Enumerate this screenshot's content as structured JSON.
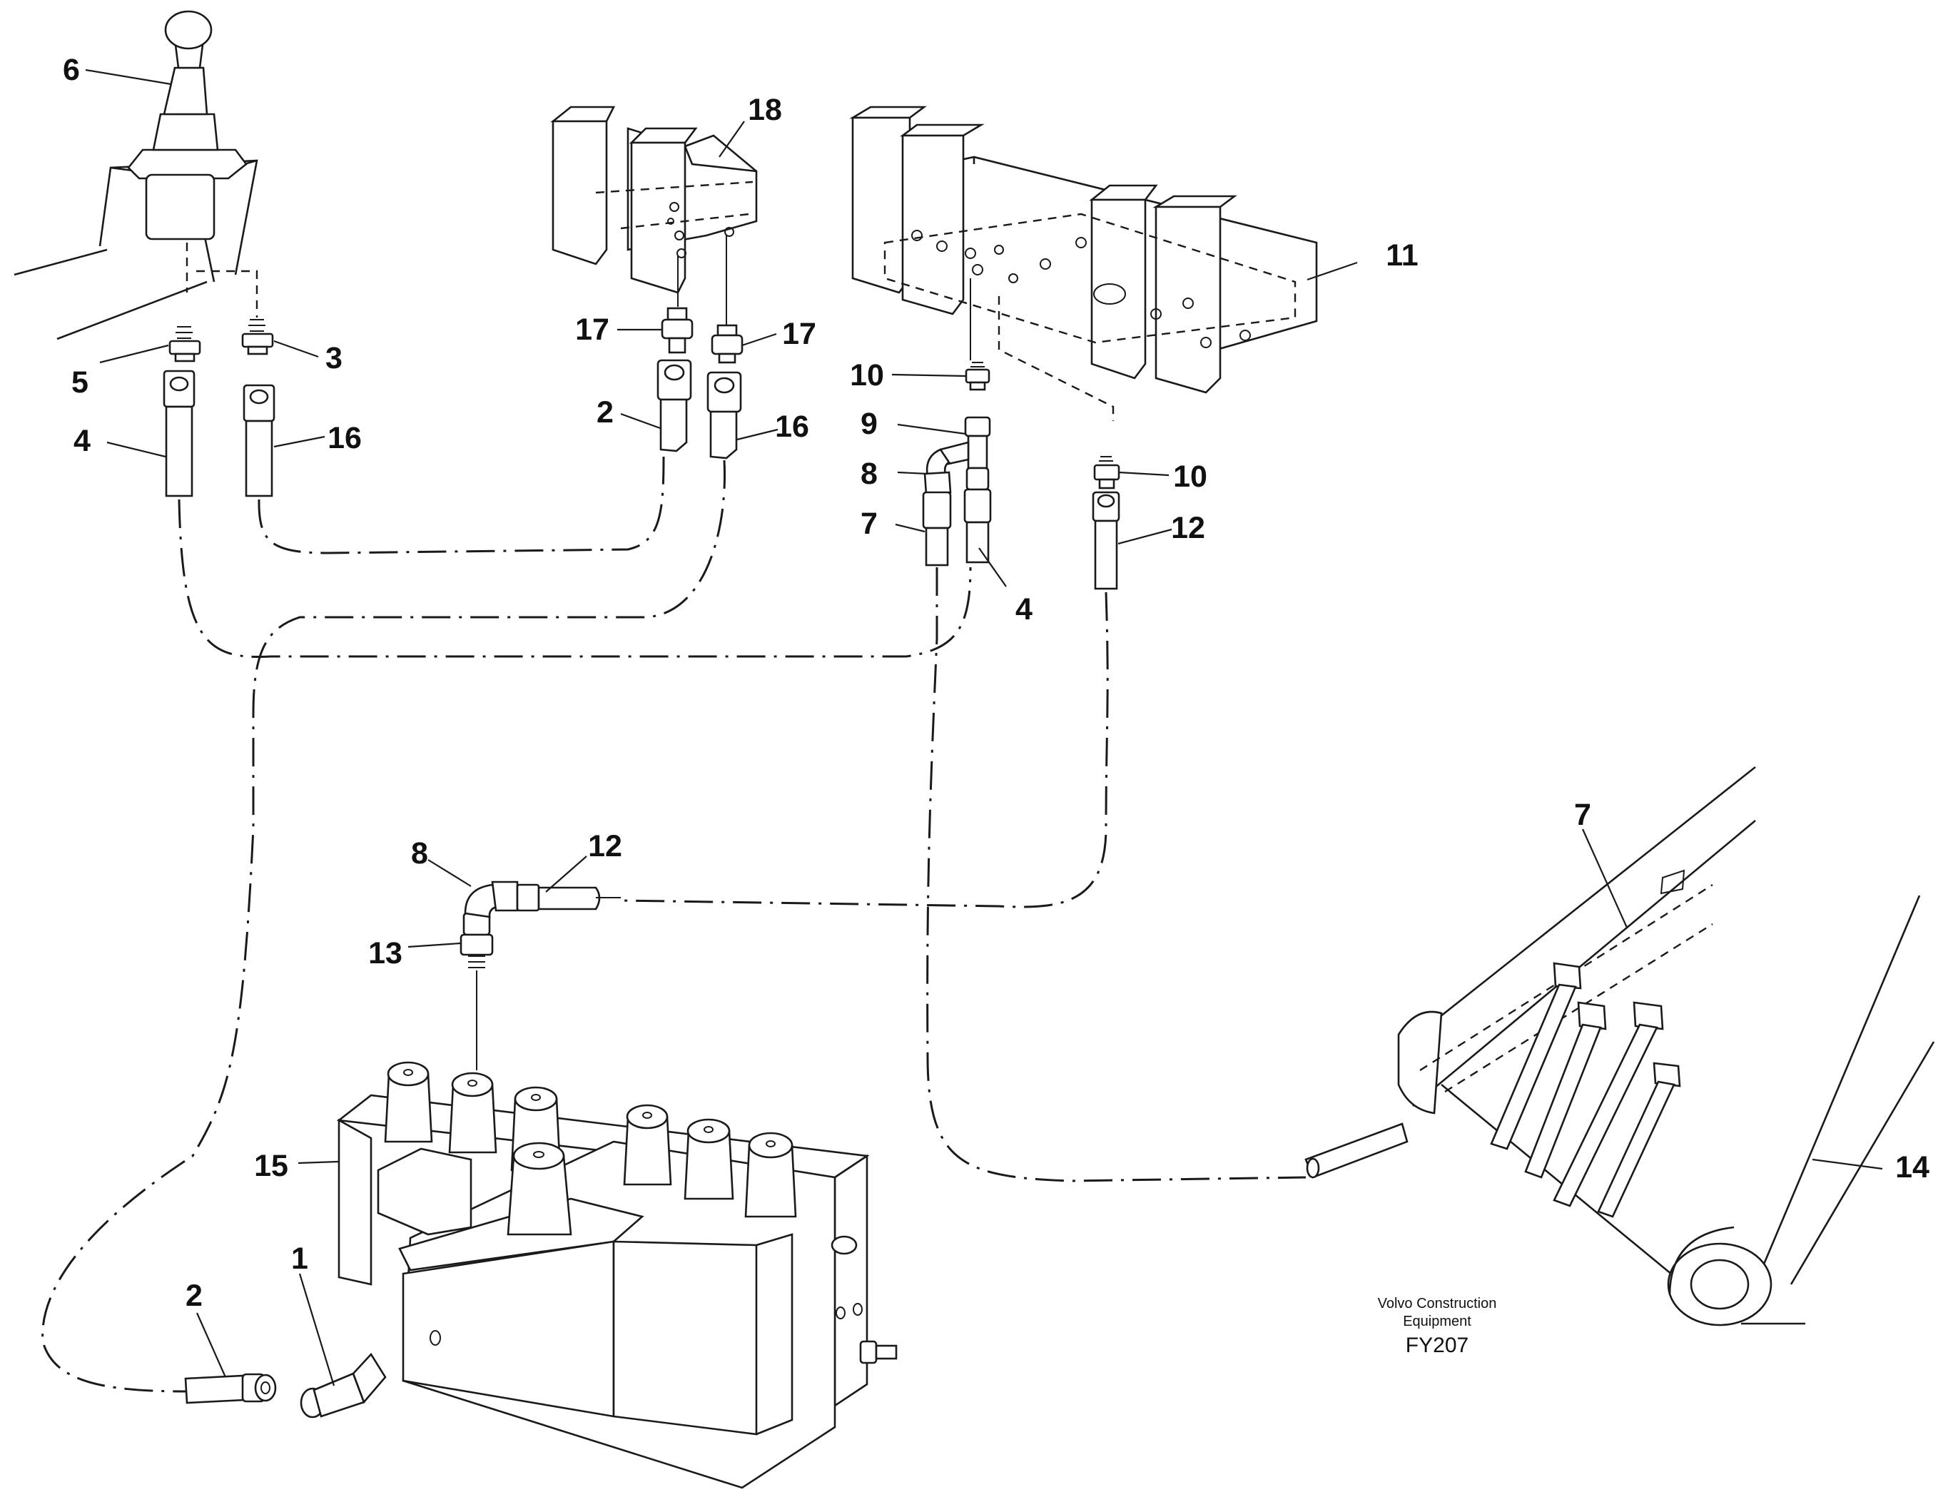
{
  "diagram": {
    "labels": {
      "l1": "1",
      "l2a": "2",
      "l2b": "2",
      "l3": "3",
      "l4a": "4",
      "l4b": "4",
      "l5": "5",
      "l6": "6",
      "l7a": "7",
      "l7b": "7",
      "l8a": "8",
      "l8b": "8",
      "l9": "9",
      "l10a": "10",
      "l10b": "10",
      "l11": "11",
      "l12a": "12",
      "l12b": "12",
      "l13": "13",
      "l14": "14",
      "l15": "15",
      "l16a": "16",
      "l16b": "16",
      "l17a": "17",
      "l17b": "17",
      "l18": "18"
    },
    "credit": {
      "line1": "Volvo Construction",
      "line2": "Equipment",
      "code": "FY207"
    }
  }
}
